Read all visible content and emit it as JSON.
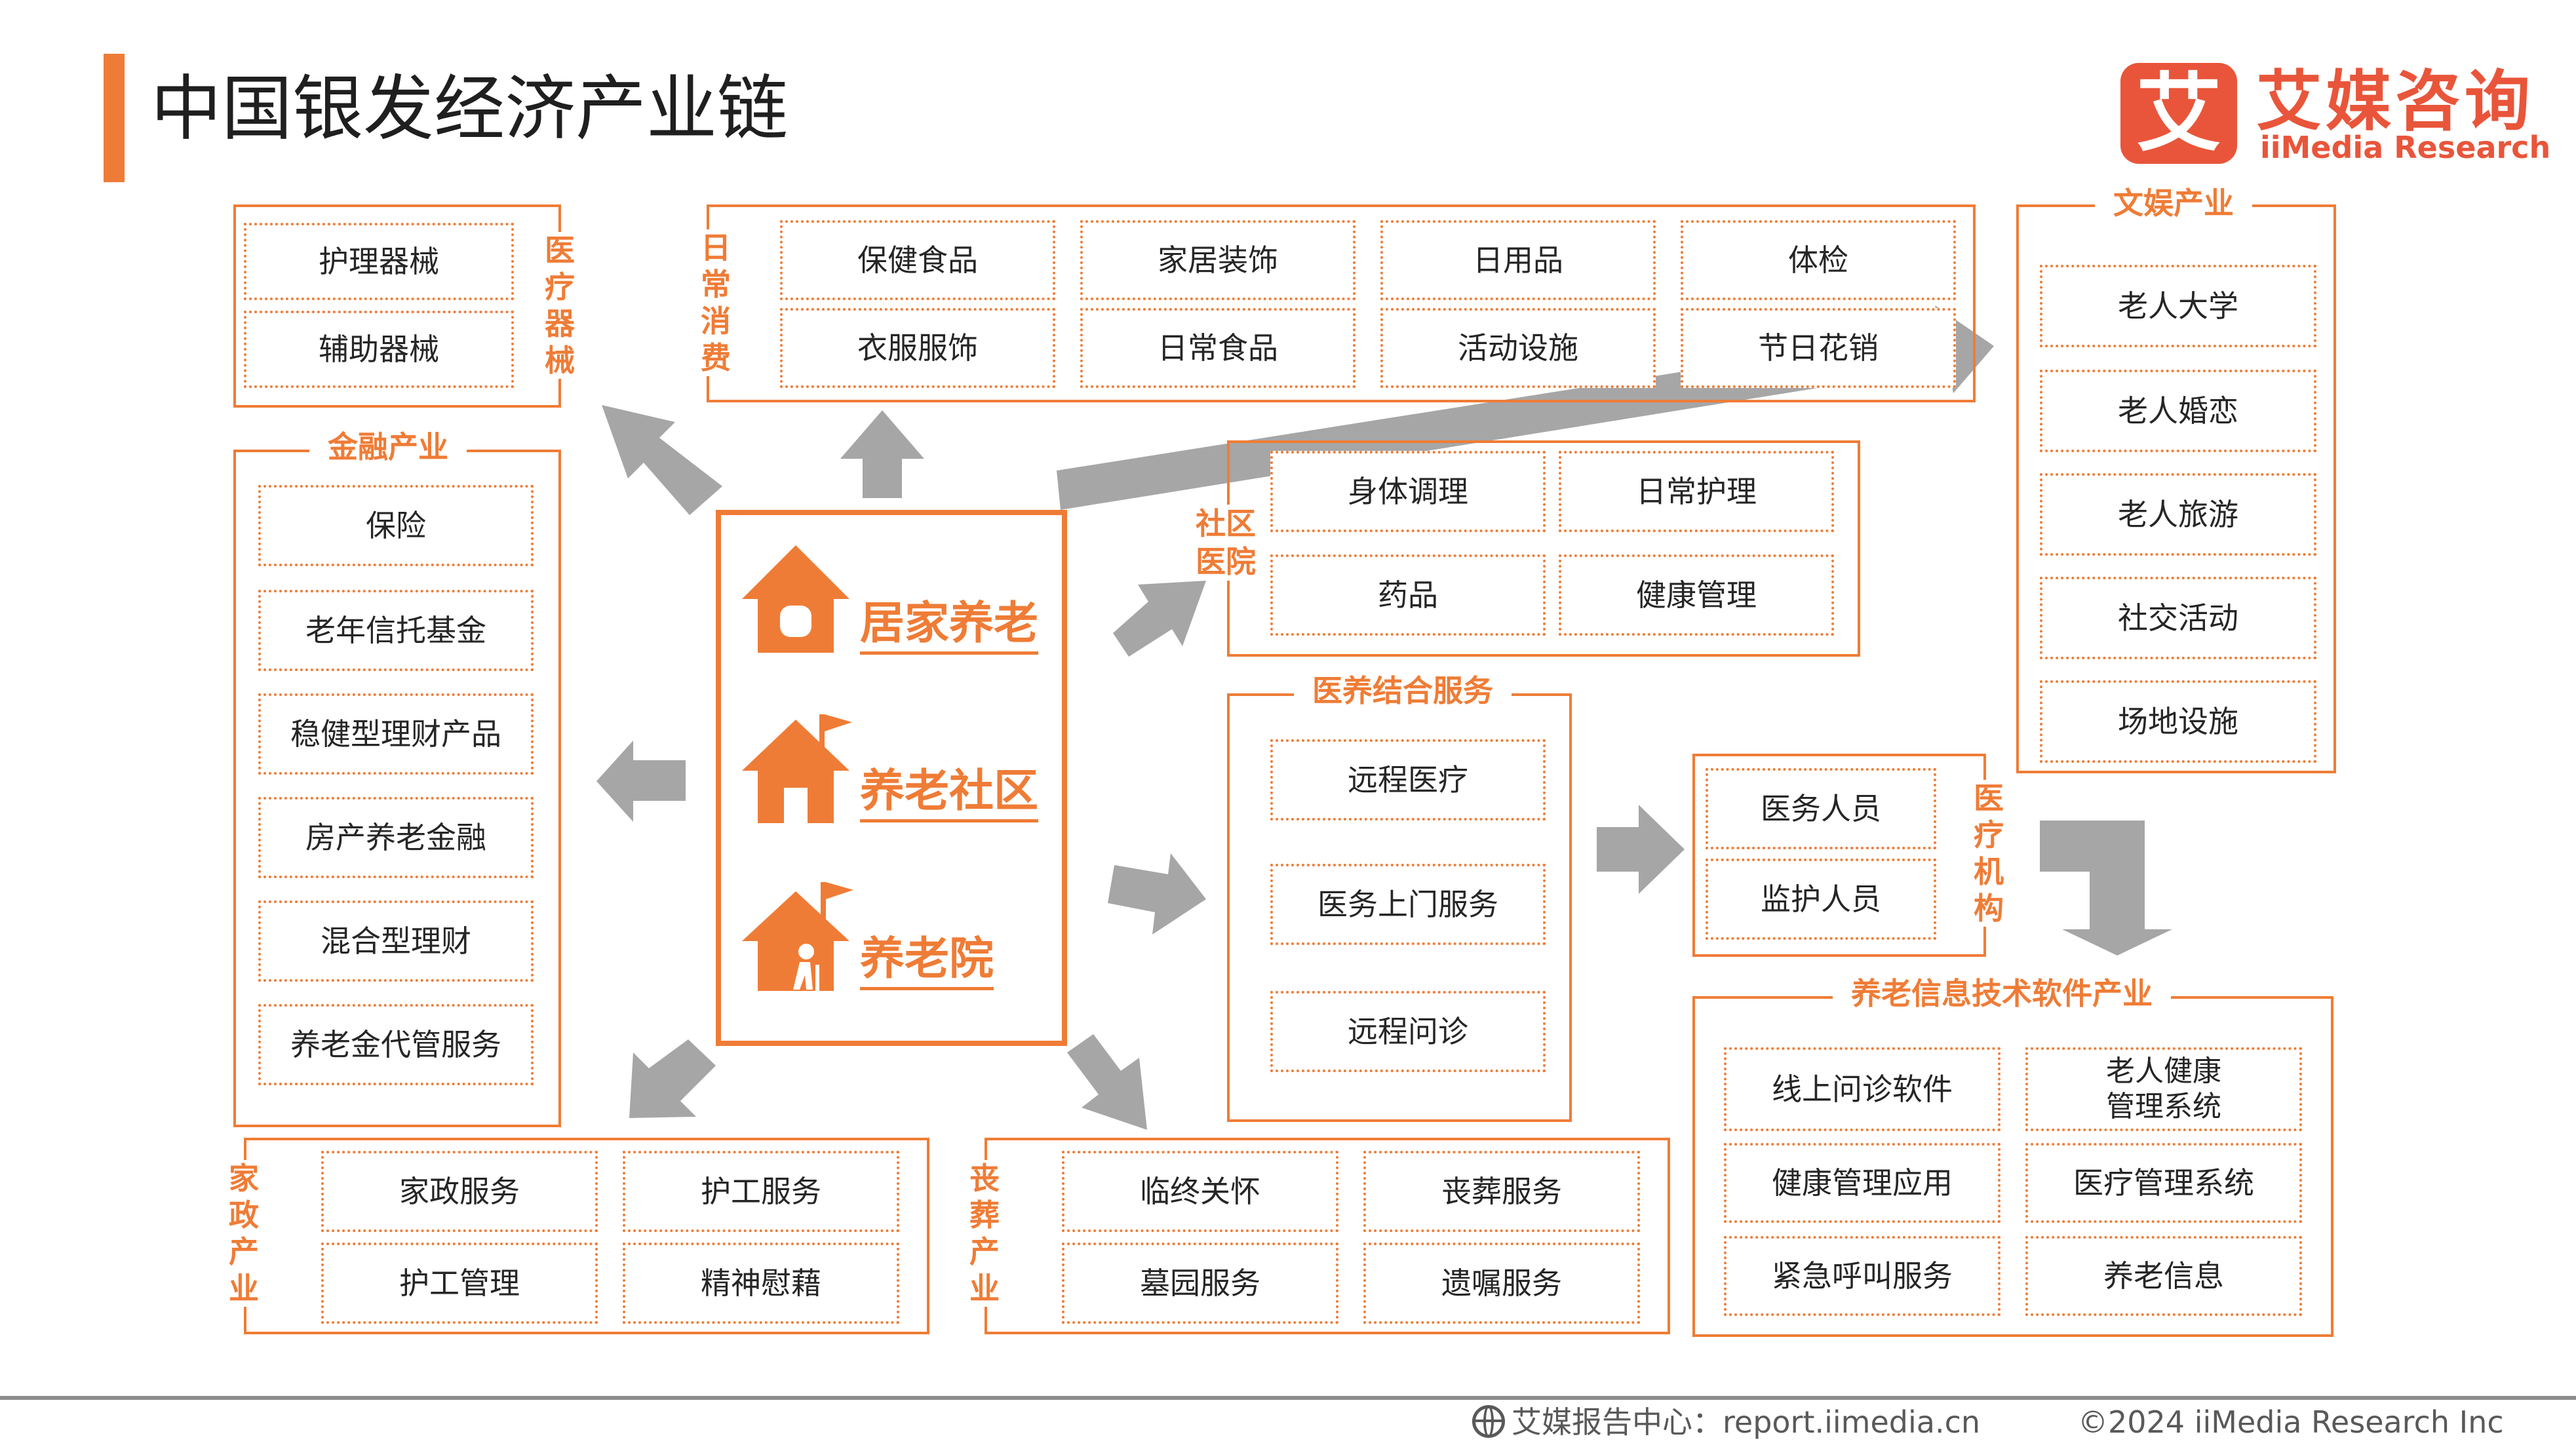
{
  "header": {
    "title": "中国银发经济产业链",
    "logo_cn": "艾媒咨询",
    "logo_en": "iiMedia Research",
    "logo_glyph": "艾"
  },
  "colors": {
    "accent": "#ef7c36",
    "arrow": "#a6a6a6",
    "logo": "#e9553a"
  },
  "center": {
    "items": [
      {
        "label": "居家养老",
        "icon": "house-icon"
      },
      {
        "label": "养老社区",
        "icon": "community-house-icon"
      },
      {
        "label": "养老院",
        "icon": "nursing-home-icon"
      }
    ]
  },
  "medical_devices": {
    "label": "医疗器械",
    "items": [
      "护理器械",
      "辅助器械"
    ]
  },
  "daily_consumption": {
    "label": "日常消费",
    "items": [
      "保健食品",
      "家居装饰",
      "日用品",
      "体检",
      "衣服服饰",
      "日常食品",
      "活动设施",
      "节日花销"
    ]
  },
  "entertainment": {
    "label": "文娱产业",
    "items": [
      "老人大学",
      "老人婚恋",
      "老人旅游",
      "社交活动",
      "场地设施"
    ]
  },
  "finance": {
    "label": "金融产业",
    "items": [
      "保险",
      "老年信托基金",
      "稳健型理财产品",
      "房产养老金融",
      "混合型理财",
      "养老金代管服务"
    ]
  },
  "community_hospital": {
    "label": "社区医院",
    "items": [
      "身体调理",
      "日常护理",
      "药品",
      "健康管理"
    ]
  },
  "medical_care_service": {
    "label": "医养结合服务",
    "items": [
      "远程医疗",
      "医务上门服务",
      "远程问诊"
    ]
  },
  "medical_institution": {
    "label": "医疗机构",
    "items": [
      "医务人员",
      "监护人员"
    ]
  },
  "it_software": {
    "label": "养老信息技术软件产业",
    "items": [
      "线上问诊软件",
      "老人健康管理系统",
      "健康管理应用",
      "医疗管理系统",
      "紧急呼叫服务",
      "养老信息"
    ]
  },
  "housekeeping": {
    "label": "家政产业",
    "items": [
      "家政服务",
      "护工服务",
      "护工管理",
      "精神慰藉"
    ]
  },
  "funeral": {
    "label": "丧葬产业",
    "items": [
      "临终关怀",
      "丧葬服务",
      "墓园服务",
      "遗嘱服务"
    ]
  },
  "footer": {
    "source": "艾媒报告中心：report.iimedia.cn",
    "copyright": "©2024  iiMedia Research  Inc"
  }
}
